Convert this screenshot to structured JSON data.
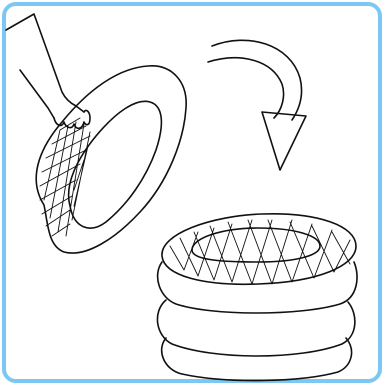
{
  "frame": {
    "border_color": "#7cc8f4"
  },
  "illustration": {
    "steps": [
      {
        "name": "hand-twisting-ring"
      },
      {
        "name": "curved-arrow"
      },
      {
        "name": "stacked-coiled-ring"
      }
    ]
  }
}
